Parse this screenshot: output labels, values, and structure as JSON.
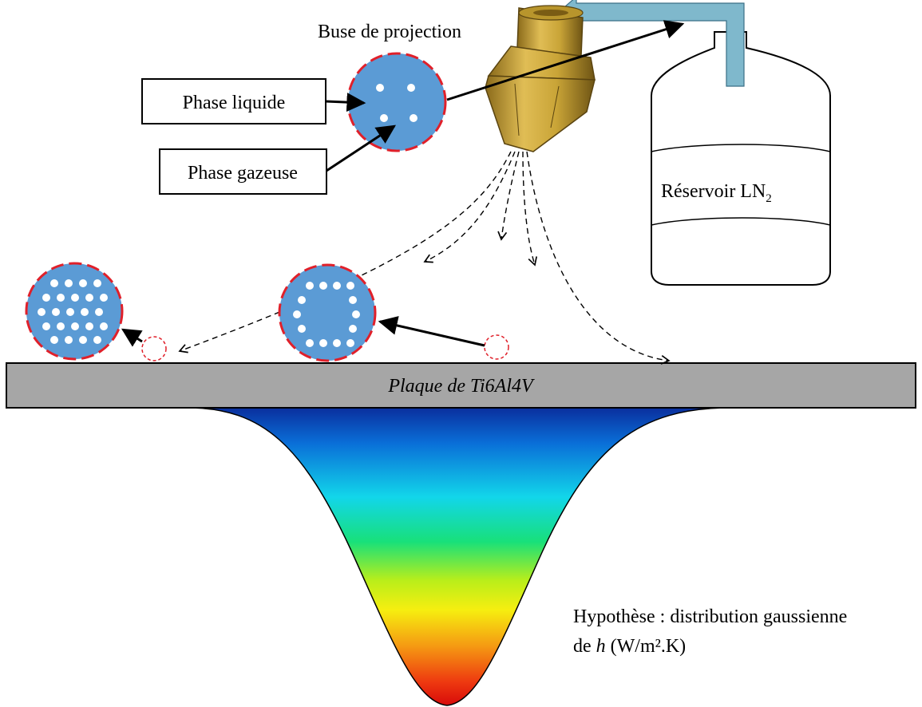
{
  "labels": {
    "nozzle": "Buse de projection",
    "liquid_phase": "Phase liquide",
    "gas_phase": "Phase gazeuse",
    "reservoir": "Réservoir LN",
    "reservoir_sub": "2",
    "plate": "Plaque de Ti6Al4V",
    "hypothesis_line1": "Hypothèse : distribution gaussienne",
    "hypothesis_prefix": "de ",
    "hypothesis_var": "h",
    "hypothesis_unit": " (W/m².K)"
  },
  "colors": {
    "droplet_fill": "#5b9bd5",
    "droplet_border": "#e0202a",
    "pipe": "#7fb8cc",
    "nozzle": "#c9a437",
    "plate": "#a6a6a6",
    "gradient_top": "#0a3aa8",
    "gradient_bottom": "#e10a0a"
  }
}
